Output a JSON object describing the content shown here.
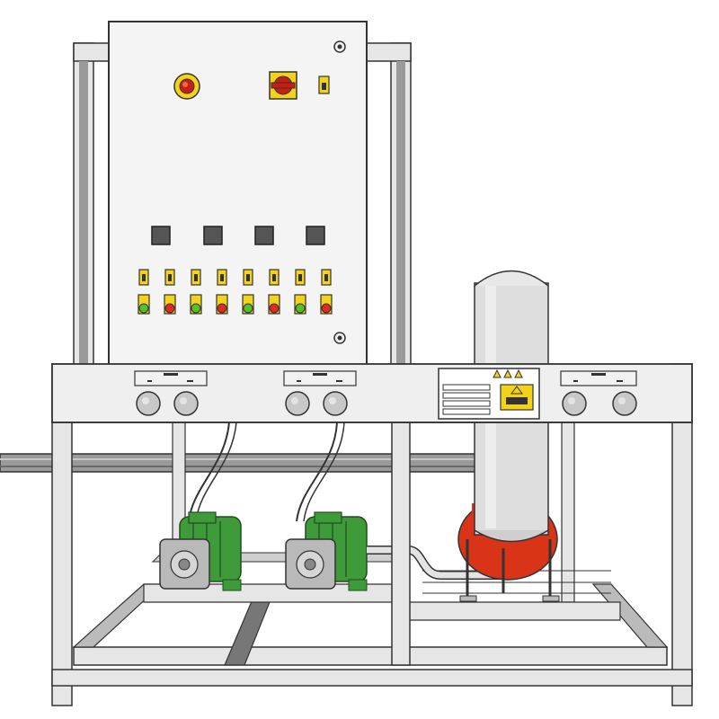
{
  "colors": {
    "frame": "#e6e6e6",
    "frame_dark": "#9a9a9a",
    "panel": "#f2f2f2",
    "knob": "#c8c8c8",
    "motor_green": "#3f9a3a",
    "pump_steel": "#b9b9b9",
    "tank": "#dedede",
    "tank_red": "#d93418",
    "led_green": "#55c21f",
    "led_red": "#e3281d",
    "switch_yellow": "#f3d21a",
    "stop_red": "#c81e10",
    "pipe": "#8c8c8c",
    "outline": "#333333"
  },
  "icons": {
    "warning": "warning-icon",
    "stop": "emergency-stop-icon",
    "isolator": "main-isolator-switch-icon"
  },
  "panel_controls": {
    "push_buttons": 4,
    "selector_columns": 8,
    "indicator_pattern": [
      "green",
      "red",
      "green",
      "red",
      "green",
      "red",
      "green",
      "red"
    ]
  },
  "front_stations": {
    "count": 3,
    "knobs_per_station": 2
  },
  "pumps": {
    "count": 2
  }
}
